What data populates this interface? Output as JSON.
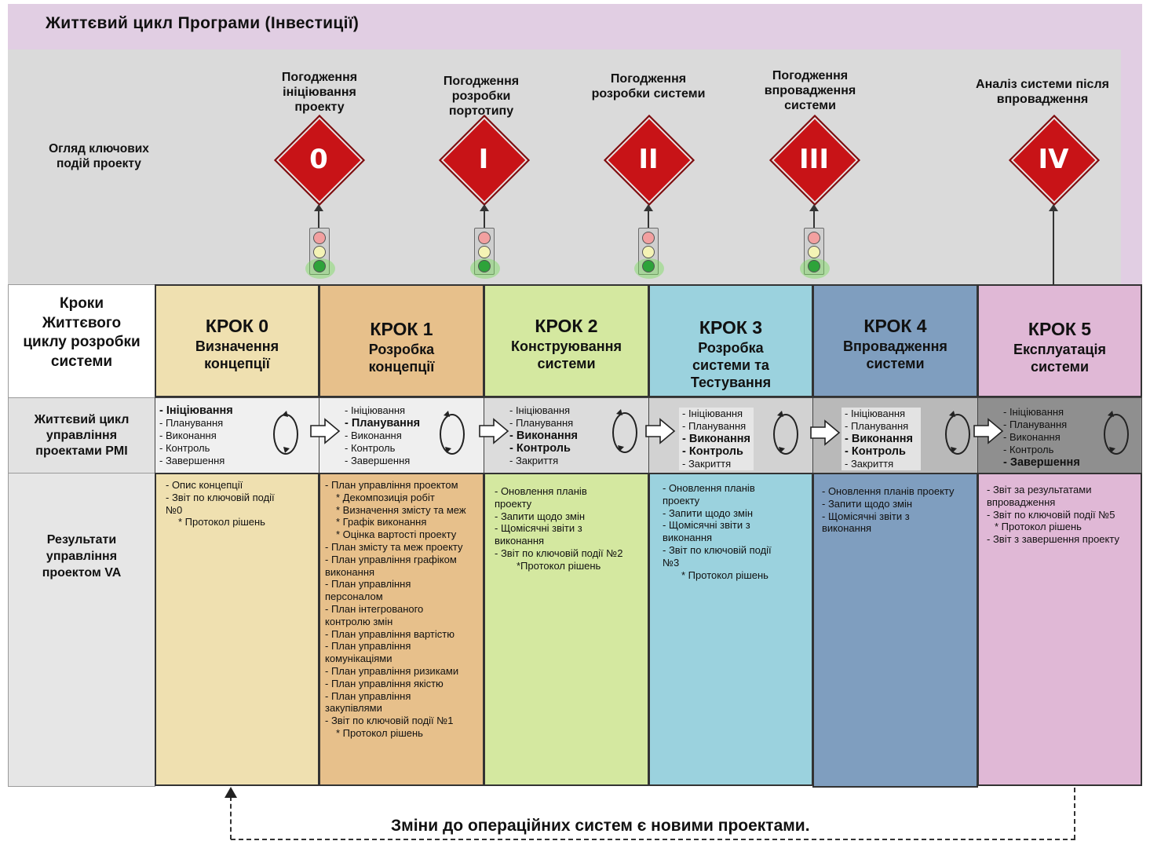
{
  "title": "Життєвий цикл Програми (Інвестиції)",
  "row_labels": {
    "key_events": "Огляд ключових подій проекту",
    "lifecycle_steps": "Кроки Життєвого циклу розробки системи",
    "pmi": "Життєвий цикл управління проектами PMI",
    "results": "Результати управління проектом VA"
  },
  "gates": [
    {
      "label": "Погодження ініціювання проекту",
      "symbol": "0"
    },
    {
      "label": "Погодження розробки портотипу",
      "symbol": "I"
    },
    {
      "label": "Погодження розробки системи",
      "symbol": "II"
    },
    {
      "label": "Погодження впровадження системи",
      "symbol": "III"
    },
    {
      "label": "Аналіз системи після впровадження",
      "symbol": "IV"
    }
  ],
  "steps": [
    {
      "number": "КРОК 0",
      "name": "Визначення концепції",
      "color": "#efe0b0"
    },
    {
      "number": "КРОК 1",
      "name": "Розробка концепції",
      "color": "#e7c08b"
    },
    {
      "number": "КРОК 2",
      "name": "Конструювання системи",
      "color": "#d4e8a0"
    },
    {
      "number": "КРОК 3",
      "name": "Розробка системи та Тестування",
      "color": "#9bd2de"
    },
    {
      "number": "КРОК 4",
      "name": "Впровадження системи",
      "color": "#7f9ebf"
    },
    {
      "number": "КРОК 5",
      "name": "Експлуатація системи",
      "color": "#e0b8d6"
    }
  ],
  "pmi_phases": [
    [
      "- Ініціювання",
      "- Планування",
      "- Виконання",
      "- Контроль",
      "- Завершення"
    ],
    [
      "- Ініціювання",
      "- Планування",
      "- Виконання",
      "- Контроль",
      "- Завершення"
    ],
    [
      "- Ініціювання",
      "- Планування",
      "- Виконання",
      "- Контроль",
      "- Закриття"
    ],
    [
      "- Ініціювання",
      "- Планування",
      "- Виконання",
      "- Контроль",
      "- Закриття"
    ],
    [
      "- Ініціювання",
      "- Планування",
      "- Виконання",
      "- Контроль",
      "- Закриття"
    ],
    [
      "- Ініціювання",
      "- Планування",
      "- Виконання",
      "- Контроль",
      "- Завершення"
    ]
  ],
  "results": [
    [
      "- Опис концепції",
      "- Звіт по ключовій події",
      "№0",
      "* Протокол рішень"
    ],
    [
      "- План управління проектом",
      "* Декомпозиція робіт",
      "* Визначення змісту та меж",
      "* Графік виконання",
      "* Оцінка вартості проекту",
      "- План змісту та меж проекту",
      "- План управління графіком",
      "виконання",
      "- План управління",
      "персоналом",
      "- План інтегрованого",
      "контролю змін",
      "- План управління вартістю",
      "- План управління",
      "комунікаціями",
      "- План управління ризиками",
      "- План управління якістю",
      "- План управління",
      "закупівлями",
      "- Звіт по ключовій події №1",
      "* Протокол рішень"
    ],
    [
      "- Оновлення планів",
      "проекту",
      "- Запити щодо змін",
      "- Щомісячні звіти з",
      "виконання",
      "- Звіт по ключовій події №2",
      "*Протокол рішень"
    ],
    [
      "- Оновлення планів",
      "проекту",
      "- Запити щодо змін",
      "- Щомісячні звіти з",
      "виконання",
      "- Звіт по ключовій події",
      "№3",
      "* Протокол рішень"
    ],
    [
      "- Оновлення планів проекту",
      "- Запити щодо змін",
      "- Щомісячні звіти з",
      "виконання"
    ],
    [
      "- Звіт за результатами",
      "впровадження",
      "- Звіт по ключовій події №5",
      "* Протокол рішень",
      "- Звіт з завершення проекту"
    ]
  ],
  "footer": "Зміни до операційних систем є новими проектами."
}
